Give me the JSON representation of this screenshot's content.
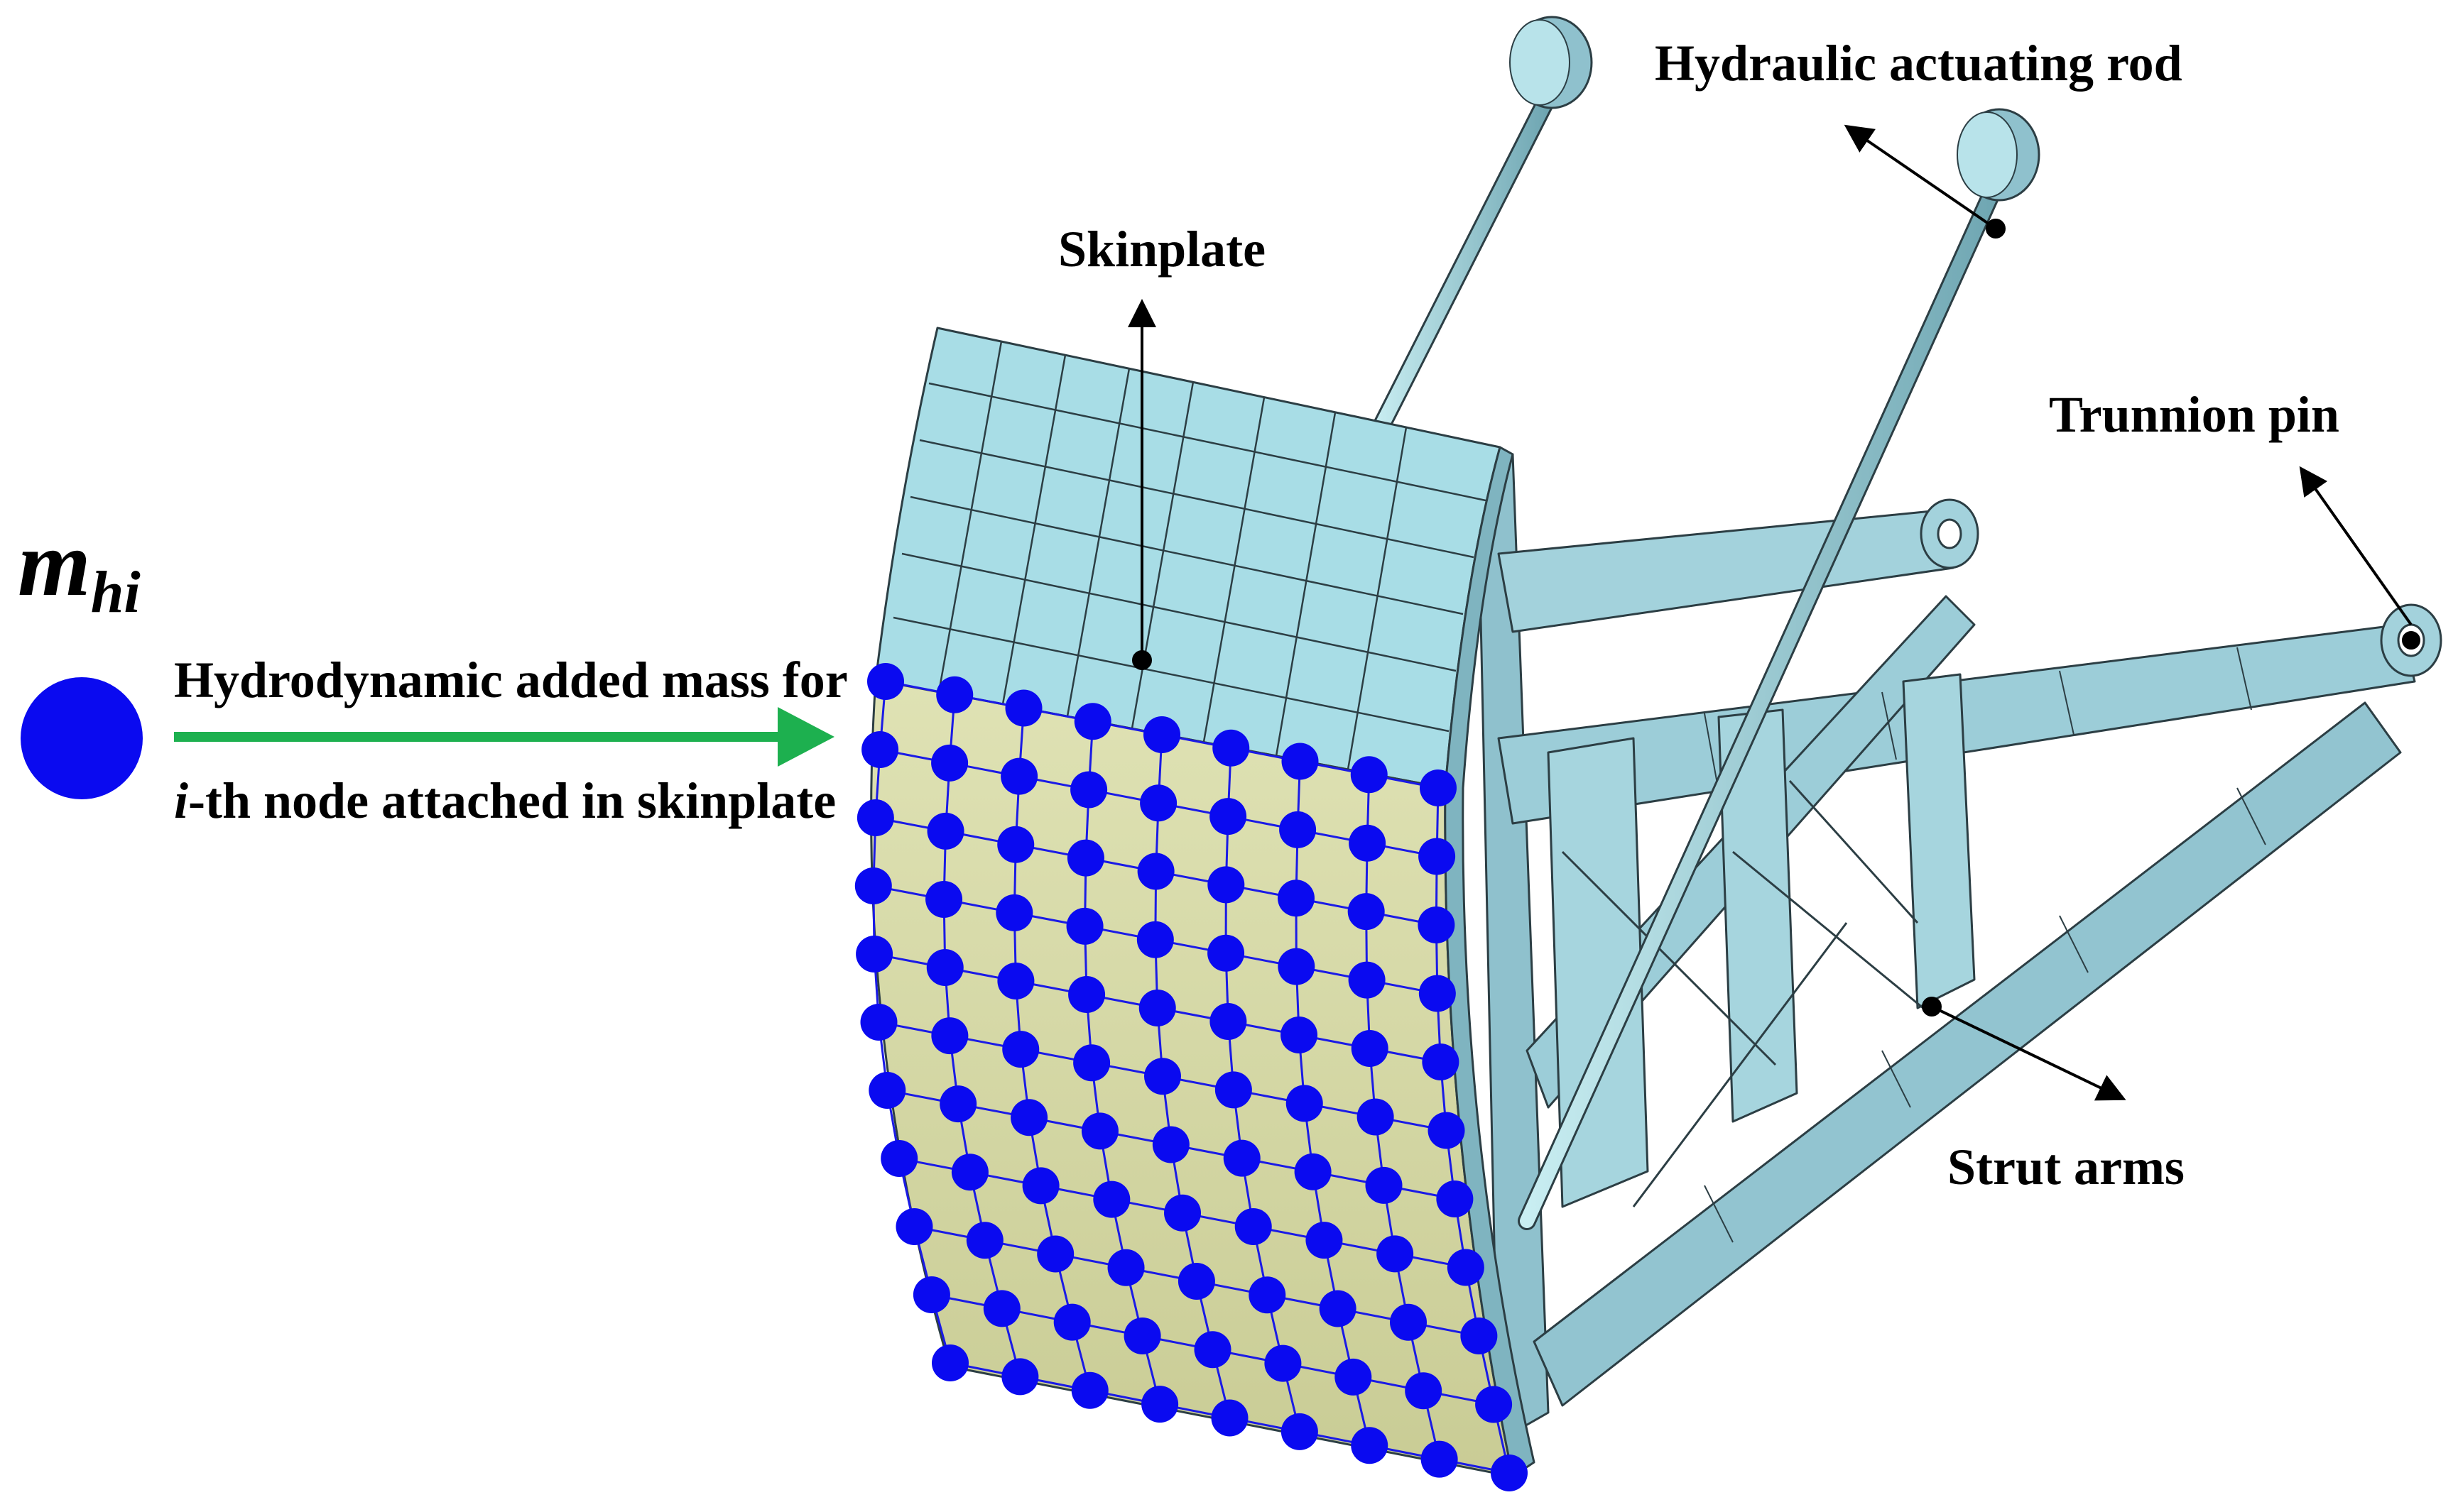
{
  "labels": {
    "hydraulic_rod": "Hydraulic actuating rod",
    "skinplate": "Skinplate",
    "trunnion_pin": "Trunnion pin",
    "strut_arms": "Strut arms",
    "added_mass_line1": "Hydrodynamic added mass for",
    "added_mass_line2_italic": "i",
    "added_mass_line2_rest": "-th node attached in skinplate",
    "mass_symbol_main": "m",
    "mass_symbol_sub": "hi"
  },
  "mesh": {
    "rows": 11,
    "cols": 9
  },
  "colors": {
    "node": "#0a0af0",
    "mesh_line": "#1a1ae6",
    "skinplate_upper": "#a8dde6",
    "skinplate_lower": "#d8dcaa",
    "frame": "#9ccdd8",
    "frame_line": "#2c3e44",
    "arrow_green": "#1db04f"
  }
}
